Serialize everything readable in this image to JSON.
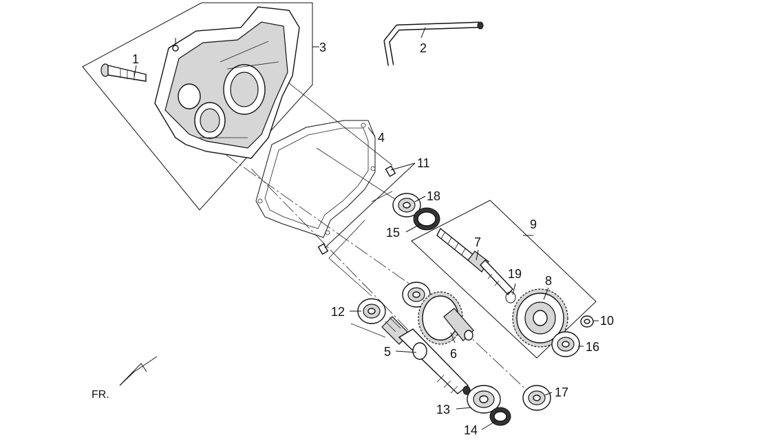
{
  "diagram": {
    "callouts": [
      {
        "id": "c1",
        "text": "1"
      },
      {
        "id": "c2",
        "text": "2"
      },
      {
        "id": "c3",
        "text": "3"
      },
      {
        "id": "c4",
        "text": "4"
      },
      {
        "id": "c5",
        "text": "5"
      },
      {
        "id": "c6",
        "text": "6"
      },
      {
        "id": "c7",
        "text": "7"
      },
      {
        "id": "c8",
        "text": "8"
      },
      {
        "id": "c9",
        "text": "9"
      },
      {
        "id": "c10",
        "text": "10"
      },
      {
        "id": "c11",
        "text": "11"
      },
      {
        "id": "c12",
        "text": "12"
      },
      {
        "id": "c13",
        "text": "13"
      },
      {
        "id": "c14",
        "text": "14"
      },
      {
        "id": "c15",
        "text": "15"
      },
      {
        "id": "c16",
        "text": "16"
      },
      {
        "id": "c17",
        "text": "17"
      },
      {
        "id": "c18",
        "text": "18"
      },
      {
        "id": "c19",
        "text": "19"
      }
    ],
    "front_marker": "FR."
  }
}
